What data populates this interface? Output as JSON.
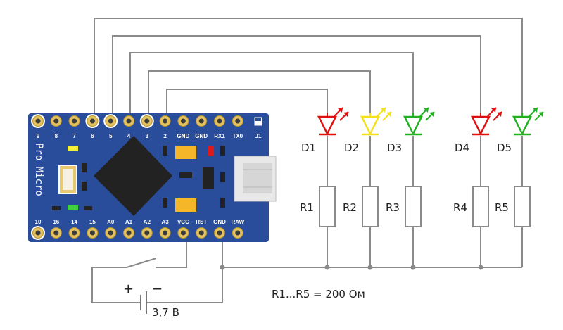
{
  "board": {
    "name": "Pro Micro",
    "top_pins": [
      "9",
      "8",
      "7",
      "6",
      "5",
      "4",
      "3",
      "2",
      "GND",
      "GND",
      "RX1",
      "TX0"
    ],
    "bottom_pins": [
      "10",
      "16",
      "14",
      "15",
      "A0",
      "A1",
      "A2",
      "A3",
      "VCC",
      "RST",
      "GND",
      "RAW"
    ],
    "jumper": "J1",
    "color": "#2a4d9b"
  },
  "leds": [
    {
      "label": "D1",
      "color": "#e01010"
    },
    {
      "label": "D2",
      "color": "#f2e21c"
    },
    {
      "label": "D3",
      "color": "#22b022"
    },
    {
      "label": "D4",
      "color": "#e01010"
    },
    {
      "label": "D5",
      "color": "#22b022"
    }
  ],
  "resistors": [
    "R1",
    "R2",
    "R3",
    "R4",
    "R5"
  ],
  "battery": {
    "plus": "+",
    "minus": "−",
    "voltage": "3,7 В"
  },
  "note": "R1...R5 = 200 Ом",
  "wire_color": "#8a8a8a"
}
